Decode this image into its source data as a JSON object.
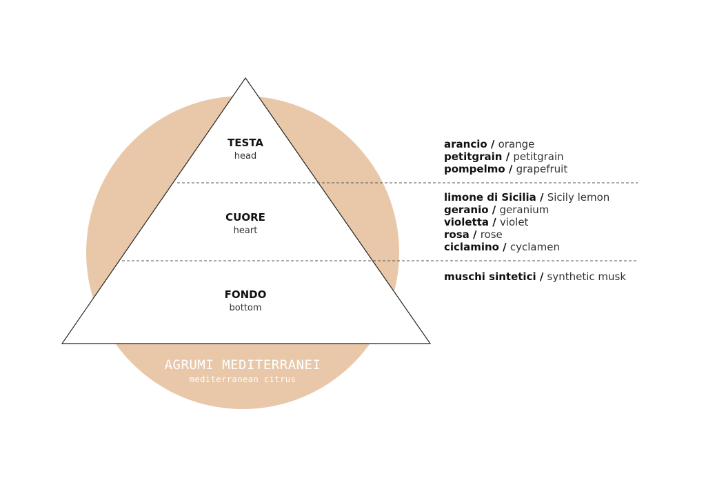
{
  "colors": {
    "circle": "#e8c8a9",
    "triangle_fill": "#ffffff",
    "triangle_stroke": "#222222"
  },
  "collection": {
    "title": "AGRUMI MEDITERRANEI",
    "subtitle": "mediterranean citrus"
  },
  "tiers": [
    {
      "name": "TESTA",
      "sub": "head",
      "notes": [
        {
          "it": "arancio",
          "en": "orange"
        },
        {
          "it": "petitgrain",
          "en": "petitgrain"
        },
        {
          "it": "pompelmo",
          "en": "grapefruit"
        }
      ]
    },
    {
      "name": "CUORE",
      "sub": "heart",
      "notes": [
        {
          "it": "limone di Sicilia",
          "en": "Sicily lemon"
        },
        {
          "it": "geranio",
          "en": "geranium"
        },
        {
          "it": "violetta",
          "en": "violet"
        },
        {
          "it": "rosa",
          "en": "rose"
        },
        {
          "it": "ciclamino",
          "en": "cyclamen"
        }
      ]
    },
    {
      "name": "FONDO",
      "sub": "bottom",
      "notes": [
        {
          "it": "muschi sintetici",
          "en": "synthetic musk"
        }
      ]
    }
  ],
  "separator": " / "
}
